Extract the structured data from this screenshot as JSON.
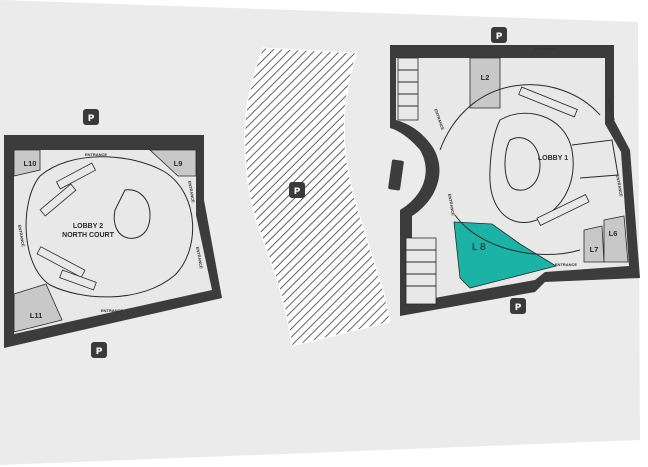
{
  "map": {
    "lobby2": {
      "line1": "LOBBY 2",
      "line2": "NORTH COURT"
    },
    "lobby1": {
      "label": "LOBBY 1"
    },
    "rooms": {
      "l2": "L2",
      "l6": "L6",
      "l7": "L7",
      "l8": "L 8",
      "l9": "L9",
      "l10": "L10",
      "l11": "L11"
    },
    "entrance": "ENTRANCE",
    "parking": "P",
    "colors": {
      "background": "#ebebeb",
      "wall": "#3c3c3c",
      "room": "#c8c8c8",
      "highlight": "#1ab3a6",
      "parking_badge": "#3a3a3a"
    }
  }
}
